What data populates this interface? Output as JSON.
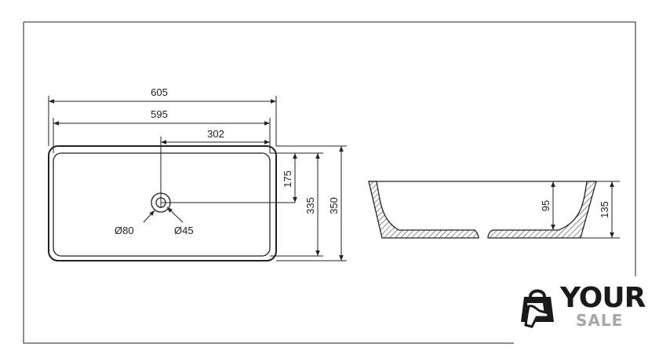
{
  "drawing": {
    "top_view": {
      "overall_length": "605",
      "inner_length": "595",
      "drain_offset_x": "302",
      "drain_offset_y": "175",
      "inner_width": "335",
      "overall_width": "350",
      "drain_outer_diameter": "Ø80",
      "drain_inner_diameter": "Ø45"
    },
    "side_view": {
      "inner_depth": "95",
      "overall_height": "135"
    }
  },
  "logo": {
    "word_1": "YOUR",
    "word_2": "SALE",
    "icon": "shopping-bag-hand-icon"
  },
  "colors": {
    "line": "#222222",
    "logo_dark": "#1a1a1a",
    "logo_grey": "#a7a7a7"
  }
}
